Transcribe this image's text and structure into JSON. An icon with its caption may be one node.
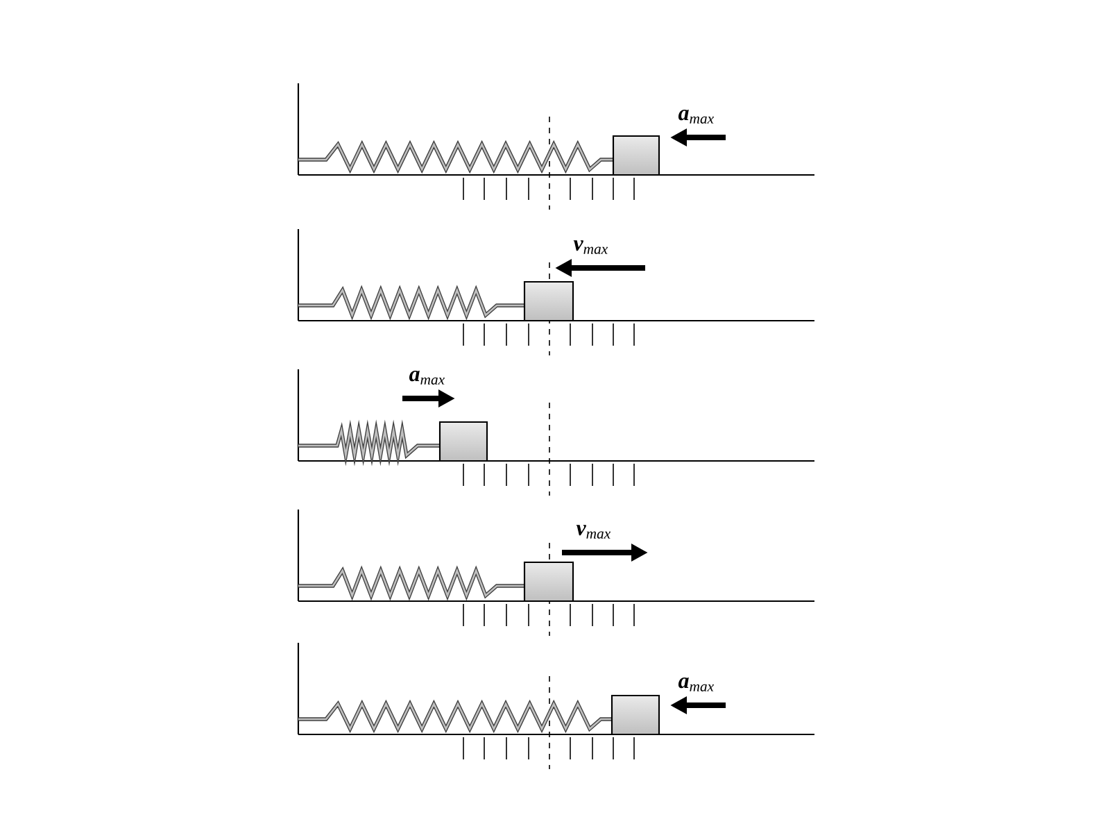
{
  "diagram": {
    "nodes": [
      {
        "text": [],
        "shape": "box"
      },
      {
        "text": [],
        "shape": "box"
      },
      {
        "text": [],
        "shape": "box"
      },
      {
        "text": [],
        "shape": "box"
      },
      {
        "text": [],
        "shape": "box"
      }
    ],
    "labels": [
      "**a**$_{max}$",
      "**v**$_{max}$",
      "**a**$_{max}$",
      "**v**$_{max}$",
      "**a**$_{max}$"
    ]
  }
}
